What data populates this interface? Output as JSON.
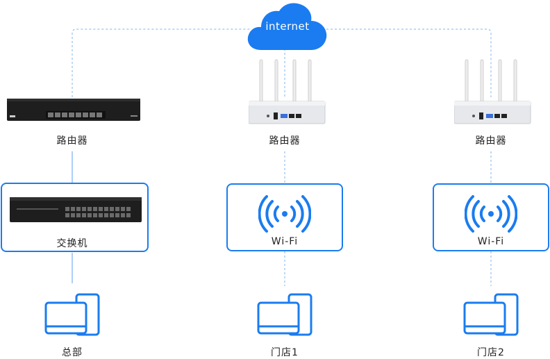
{
  "cloud": {
    "label": "internet"
  },
  "headquarters": {
    "router_label": "路由器",
    "switch_label": "交换机",
    "pc_label": "总部"
  },
  "store1": {
    "router_label": "路由器",
    "wifi_label": "Wi-Fi",
    "pc_label": "门店1"
  },
  "store2": {
    "router_label": "路由器",
    "wifi_label": "Wi-Fi",
    "pc_label": "门店2"
  },
  "colors": {
    "accent": "#1a7cf0",
    "cloud": "#1a7cf0",
    "dashed_line": "#7fb4ee",
    "device_dark": "#1e1e1e",
    "device_light": "#e6e8ec"
  },
  "icons": [
    "cloud-icon",
    "router-rack-icon",
    "switch-icon",
    "router-antenna-icon",
    "wifi-icon",
    "computer-icon"
  ]
}
